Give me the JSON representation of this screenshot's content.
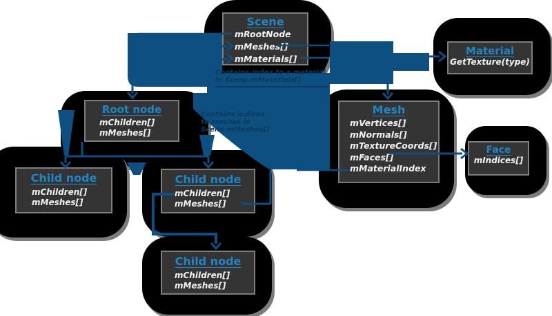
{
  "colors": {
    "arrow_blue": "#0D4F80",
    "title_blue": "#1F85C4",
    "box_background": "#343434",
    "box_border": "#7E7E7E",
    "field_text": "#F2F2F2",
    "annotation_text": "#0B3A5E",
    "blob_black": "#000000",
    "blob_shadow": "#7C7C7C",
    "page_background": "#FFFFFF"
  },
  "boxes": {
    "scene": {
      "title": "Scene",
      "fields": [
        "mRootNode",
        "mMeshes[]",
        "mMaterials[]"
      ]
    },
    "material": {
      "title": "Material",
      "fields": [
        "GetTexture(type)"
      ]
    },
    "root_node": {
      "title": "Root node",
      "fields": [
        "mChildren[]",
        "mMeshes[]"
      ]
    },
    "mesh": {
      "title": "Mesh",
      "fields": [
        "mVertices[]",
        "mNormals[]",
        "mTextureCoords[]",
        "mFaces[]",
        "mMaterialIndex"
      ]
    },
    "face": {
      "title": "Face",
      "fields": [
        "mIndices[]"
      ]
    },
    "child_node_1": {
      "title": "Child node",
      "fields": [
        "mChildren[]",
        "mMeshes[]"
      ]
    },
    "child_node_2": {
      "title": "Child node",
      "fields": [
        "mChildren[]",
        "mMeshes[]"
      ]
    },
    "child_node_3": {
      "title": "Child node",
      "fields": [
        "mChildren[]",
        "mMeshes[]"
      ]
    }
  },
  "annotations": {
    "material_index_note": {
      "line1": "Contains index to a material",
      "line2": "in Scene.mMaterials[]"
    },
    "mesh_index_note": {
      "line1": "Contains indices",
      "line2": "to meshes in",
      "line3": "Scene.mMeshes[]"
    }
  }
}
